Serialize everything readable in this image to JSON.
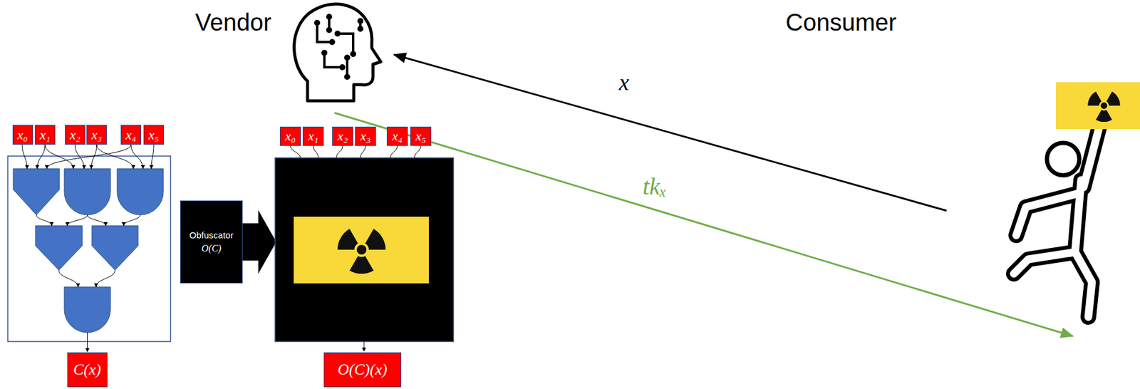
{
  "diagram": {
    "nodes": [
      {
        "text": [
          "Vendor"
        ]
      },
      {
        "text": [
          "Consumer"
        ]
      },
      {
        "text": [
          "x₀"
        ]
      },
      {
        "text": [
          "x₁"
        ]
      },
      {
        "text": [
          "x₂"
        ]
      },
      {
        "text": [
          "x₃"
        ]
      },
      {
        "text": [
          "x₄"
        ]
      },
      {
        "text": [
          "x₅"
        ]
      },
      {
        "text": [
          "C(x)"
        ]
      },
      {
        "text": [
          "Obfuscator",
          "O(C)"
        ]
      },
      {
        "text": [
          "x₀"
        ]
      },
      {
        "text": [
          "x₁"
        ]
      },
      {
        "text": [
          "x₂"
        ]
      },
      {
        "text": [
          "x₃"
        ]
      },
      {
        "text": [
          "x₄"
        ]
      },
      {
        "text": [
          "x₅"
        ]
      },
      {
        "text": [
          "O(C)(x)"
        ]
      }
    ],
    "edges": [
      {
        "from": 1,
        "to": 0,
        "arrow": "to",
        "label": "x"
      },
      {
        "from": 0,
        "to": 1,
        "arrow": "to",
        "label": "tkₓ"
      }
    ]
  }
}
